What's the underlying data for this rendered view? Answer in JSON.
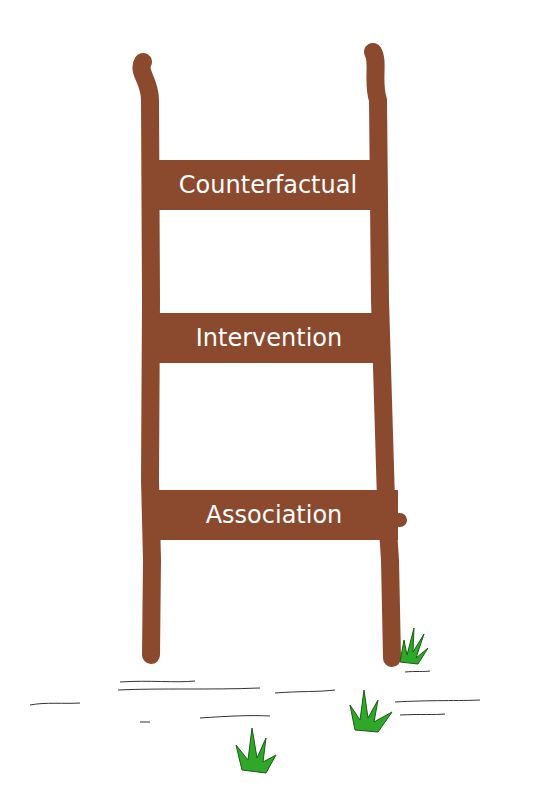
{
  "diagram": {
    "nodes": [
      {
        "text": [
          "Counterfactual"
        ]
      },
      {
        "text": [
          "Intervention"
        ]
      },
      {
        "text": [
          "Association"
        ]
      }
    ]
  }
}
